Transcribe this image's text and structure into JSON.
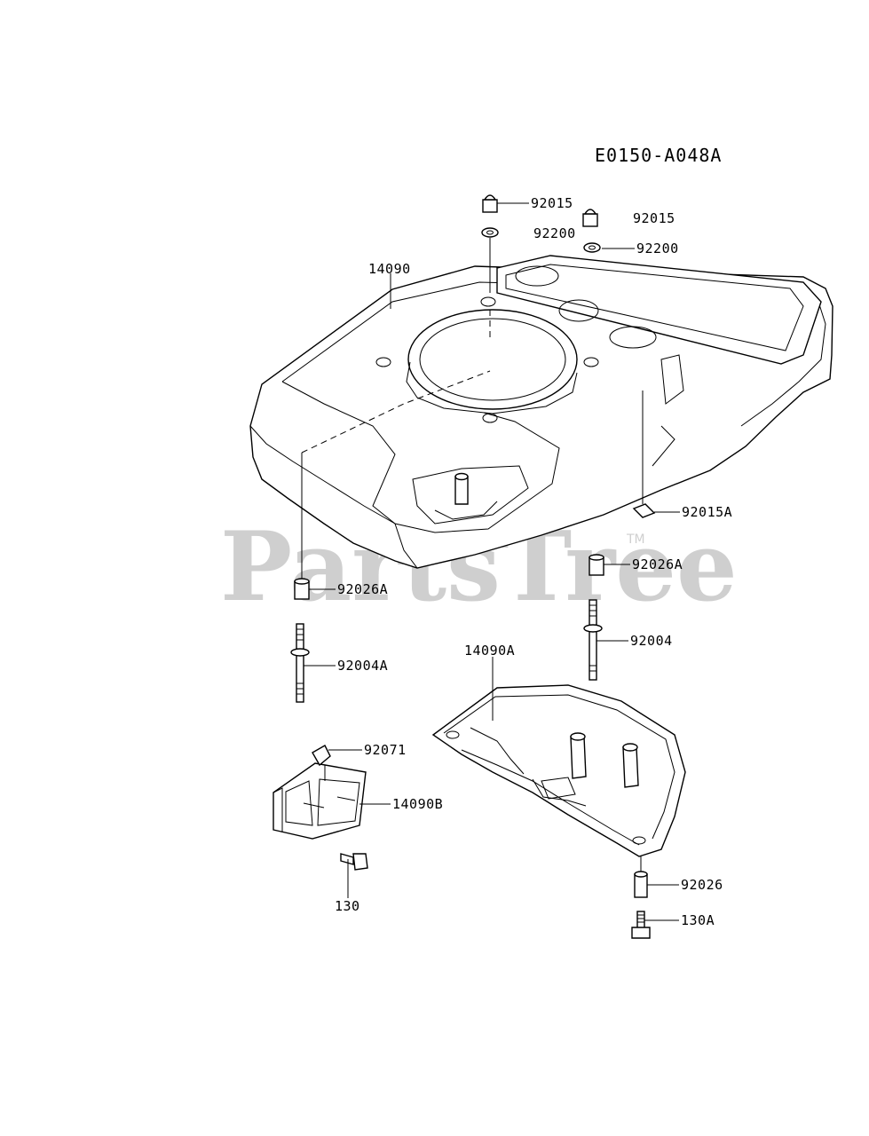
{
  "diagram_code": "E0150-A048A",
  "watermark": "PartsTree",
  "trademark": "TM",
  "labels": {
    "p92015_a": "92015",
    "p92015_b": "92015",
    "p92200_a": "92200",
    "p92200_b": "92200",
    "p14090": "14090",
    "p92015A": "92015A",
    "p92026A_right": "92026A",
    "p92026A_left": "92026A",
    "p92004": "92004",
    "p92004A": "92004A",
    "p14090A": "14090A",
    "p92071": "92071",
    "p14090B": "14090B",
    "p130": "130",
    "p92026": "92026",
    "p130A": "130A"
  }
}
